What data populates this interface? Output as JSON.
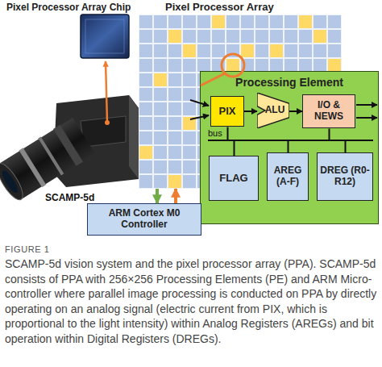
{
  "diagram": {
    "caption": "SCAMP-5d vision system and the pixel processor array (PPA). SCAMP-5d consists of PPA with 256×256 Processing Elements (PE) and ARM Micro-controller where parallel image processing is conducted on PPA by directly operating on an analog signal (electric current from PIX, which is proportional to the light intensity) within Analog Registers (AREGs) and bit operation within Digital Registers (DREGs).",
    "nodes": [
      {
        "text": [
          "Pixel Processor Array Chip"
        ]
      },
      {
        "text": [
          "Pixel Processor Array"
        ]
      },
      {
        "text": [
          "Processing Element"
        ]
      },
      {
        "text": [
          "PIX"
        ],
        "in": 2
      },
      {
        "text": [
          "ALU"
        ],
        "in": 2
      },
      {
        "text": [
          "I/O & NEWS"
        ],
        "in": 2
      },
      {
        "text": [
          "FLAG"
        ],
        "in": 2
      },
      {
        "text": [
          "AREG (A-F)"
        ],
        "in": 2
      },
      {
        "text": [
          "DREG (R0-R12)"
        ],
        "in": 2
      },
      {
        "text": [
          "ARM Cortex M0 Controller"
        ]
      }
    ],
    "edges": [
      {
        "from": 3,
        "to": 4,
        "arrow": "to"
      },
      {
        "from": 4,
        "to": 5,
        "arrow": "to"
      },
      {
        "from": 1,
        "to": 9,
        "arrow": "to"
      },
      {
        "from": 9,
        "to": 1,
        "arrow": "to"
      }
    ],
    "labels": [
      "SCAMP-5d",
      "bus",
      "FIGURE 1"
    ]
  }
}
